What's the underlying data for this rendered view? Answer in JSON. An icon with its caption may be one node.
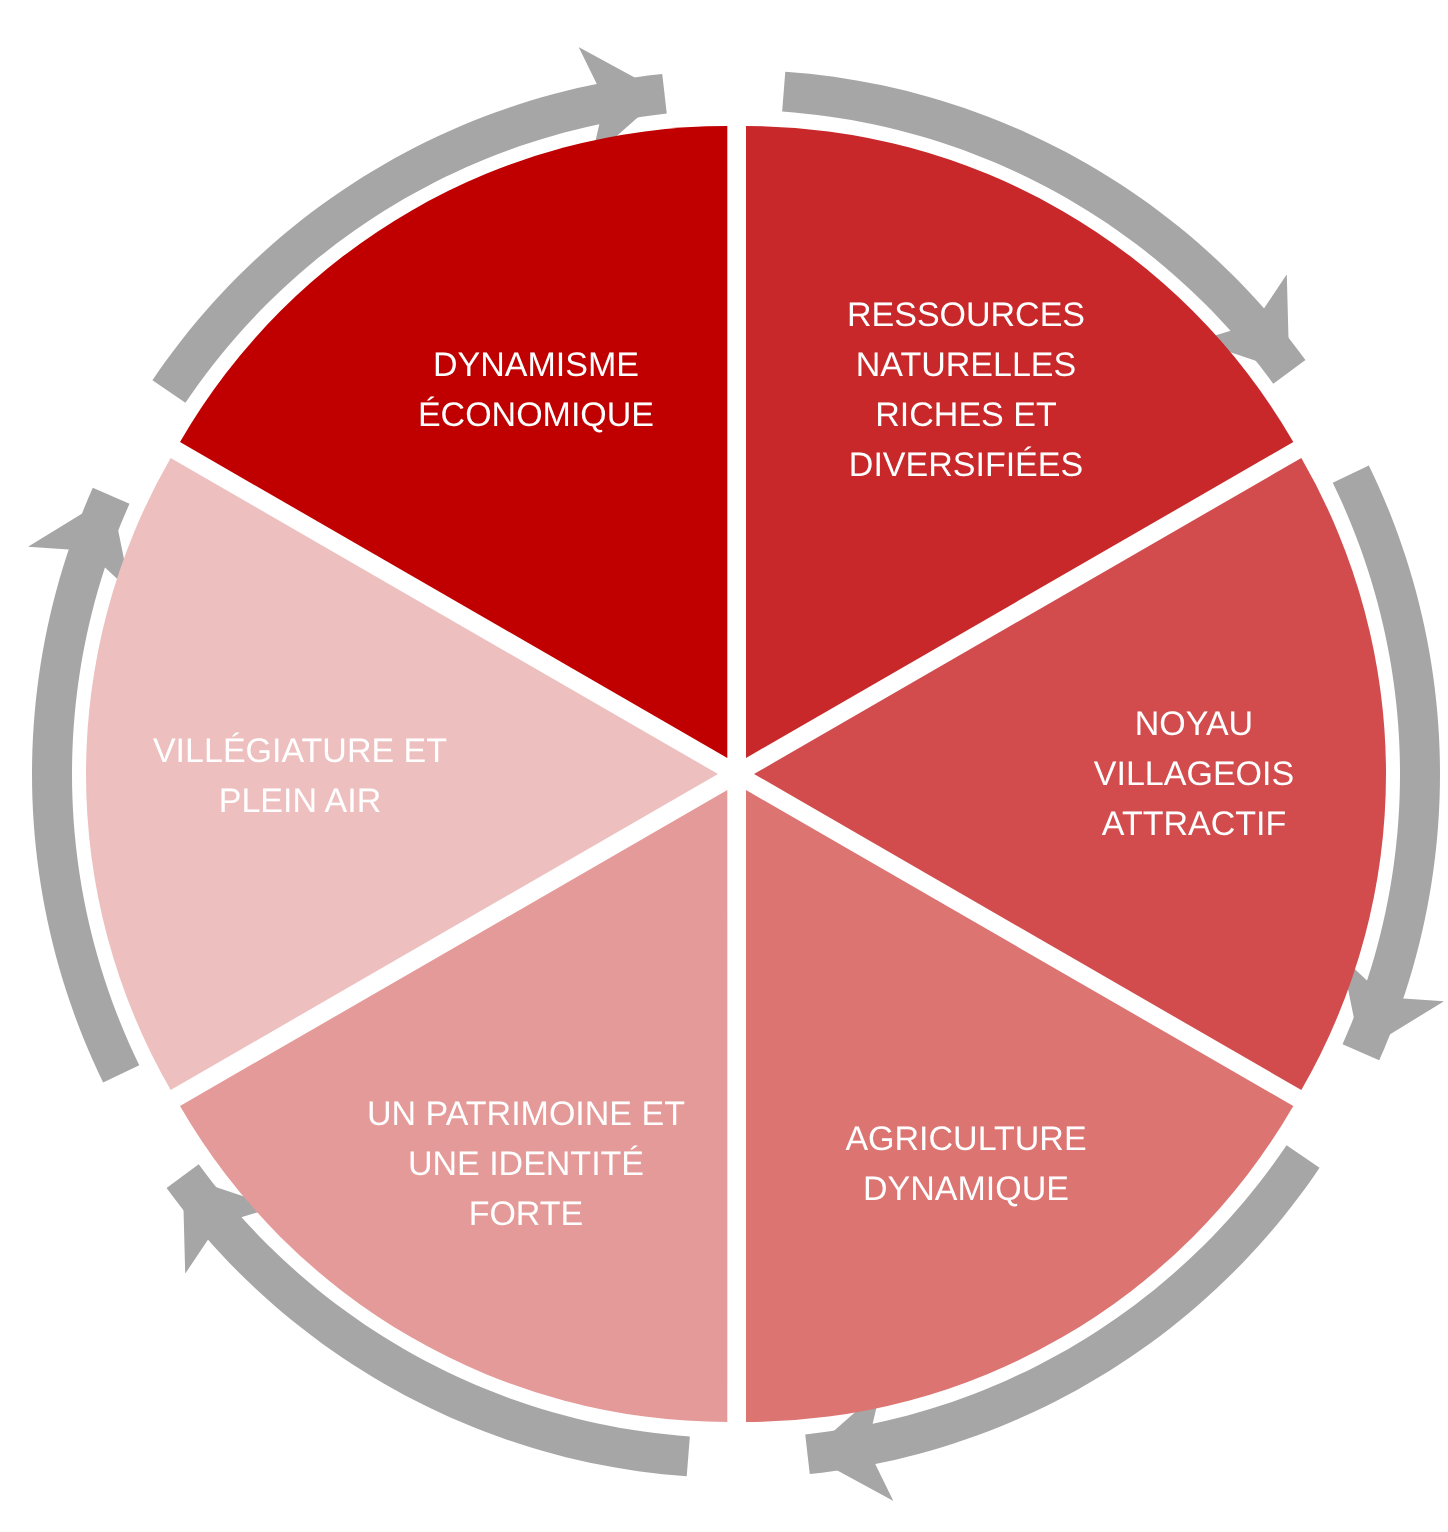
{
  "diagram": {
    "nodes": [
      {
        "text": [
          "DYNAMISME ÉCONOMIQUE"
        ]
      },
      {
        "text": [
          "RESSOURCES NATURELLES RICHES ET DIVERSIFIÉES"
        ]
      },
      {
        "text": [
          "NOYAU VILLAGEOIS ATTRACTIF"
        ]
      },
      {
        "text": [
          "AGRICULTURE DYNAMIQUE"
        ]
      },
      {
        "text": [
          "UN PATRIMOINE ET UNE IDENTITÉ FORTE"
        ]
      },
      {
        "text": [
          "VILLÉGIATURE ET PLEIN AIR"
        ]
      }
    ]
  }
}
